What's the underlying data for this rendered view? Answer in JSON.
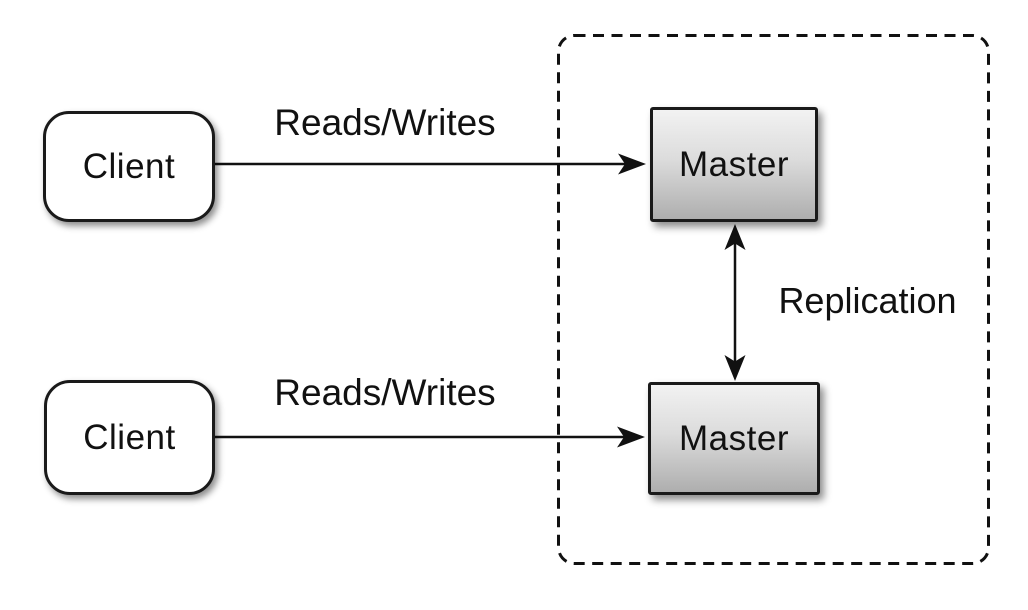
{
  "nodes": {
    "client_top": {
      "label": "Client"
    },
    "client_bottom": {
      "label": "Client"
    },
    "master_top": {
      "label": "Master"
    },
    "master_bottom": {
      "label": "Master"
    }
  },
  "edges": {
    "reads_writes_top": {
      "label": "Reads/Writes"
    },
    "reads_writes_bottom": {
      "label": "Reads/Writes"
    },
    "replication": {
      "label": "Replication"
    }
  },
  "colors": {
    "background": "#ffffff",
    "line": "#111111",
    "node_border": "#1a1a1a",
    "client_fill": "#ffffff",
    "master_fill_top": "#f2f2f2",
    "master_fill_bottom": "#aeaeae",
    "text": "#111111"
  }
}
